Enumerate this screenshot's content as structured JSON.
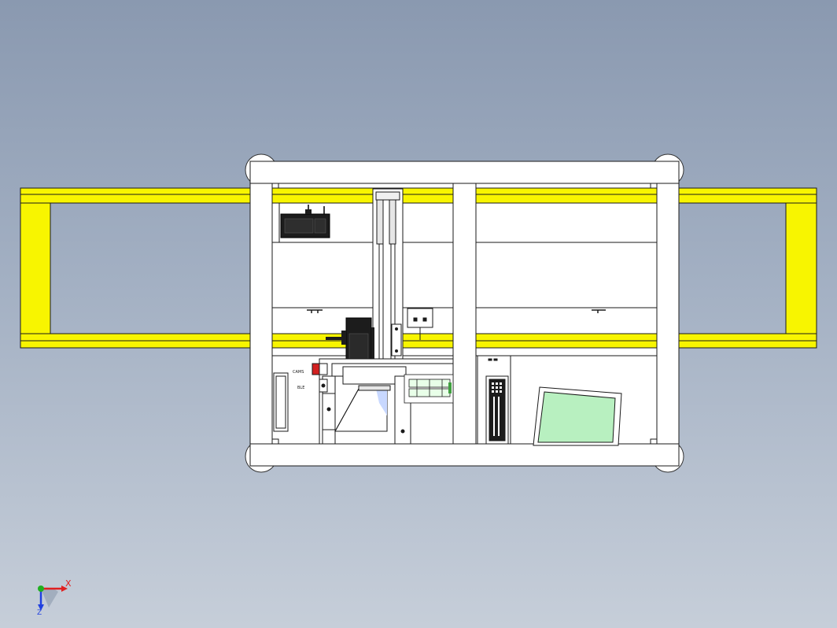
{
  "viewport": {
    "background_top": "#8a99b0",
    "background_bottom": "#c6ced9"
  },
  "colors": {
    "rail": "#f8f500",
    "frame": "#ffffff",
    "outline": "#1a1a1a",
    "part_dark": "#1c1c1c",
    "screen": "#b8f0c0",
    "axis_x": "#e02020",
    "axis_y": "#20b020",
    "axis_z": "#2040e0"
  },
  "triad": {
    "x_label": "X",
    "z_label": "Z"
  },
  "labels": {
    "sensor_tag": "CAMS",
    "sensor_tag2": "BLE"
  },
  "icons": {
    "triad": "coordinate-triad-icon"
  }
}
